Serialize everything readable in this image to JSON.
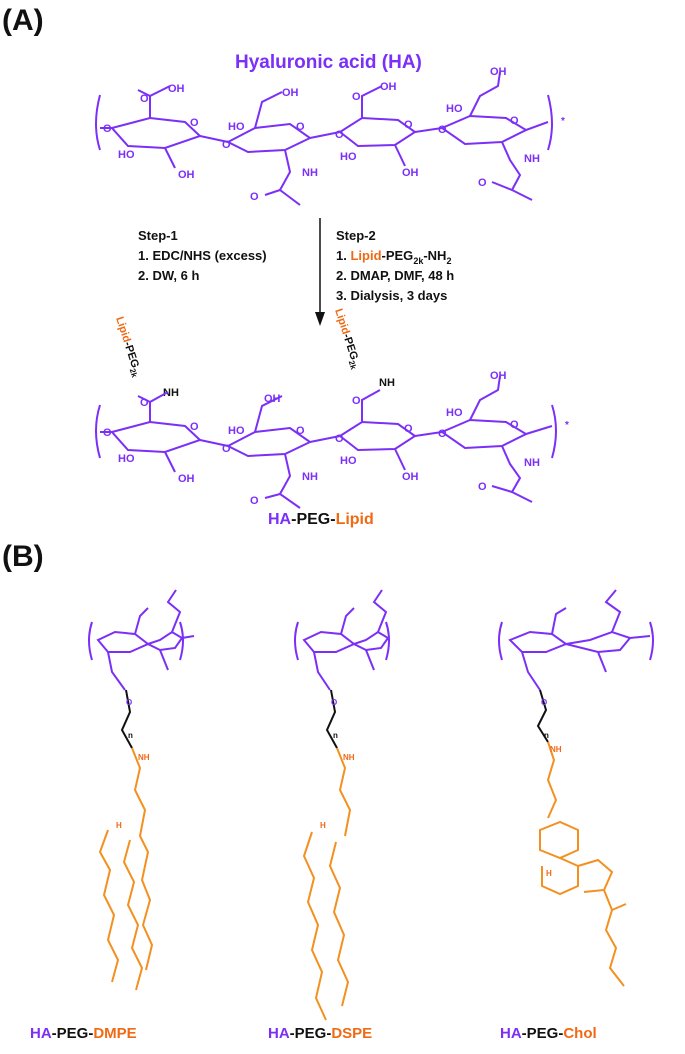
{
  "colors": {
    "ha": "#7b2ff7",
    "lipid": "#f06a14",
    "lipid_chain": "#f39020",
    "peg": "#111111"
  },
  "panel_a": {
    "label": "(A)",
    "title": "Hyaluronic acid (HA)",
    "step1": {
      "title": "Step-1",
      "line1": "1. EDC/NHS (excess)",
      "line2": "2. DW, 6 h"
    },
    "step2": {
      "title": "Step-2",
      "line1_lipid": "Lipid",
      "line1_peg": "-PEG",
      "line1_sub": "2k",
      "line1_tail": "-NH",
      "line1_sub2": "2",
      "line2": "2. DMAP, DMF, 48 h",
      "line3": "3. Dialysis, 3 days",
      "line1_prefix": "1. "
    },
    "pendant_lipid": "Lipid",
    "pendant_peg": "-PEG",
    "pendant_sub": "2k",
    "pendant_nh": "NH",
    "product_ha": "HA",
    "product_peg": "-PEG-",
    "product_lipid": "Lipid"
  },
  "atoms": {
    "oh": "OH",
    "ho": "HO",
    "o": "O",
    "nh": "NH",
    "h": "H",
    "n": "n",
    "star": "*"
  },
  "panel_b": {
    "label": "(B)",
    "conjugates": [
      {
        "ha": "HA",
        "peg": "-PEG-",
        "lipid": "DMPE"
      },
      {
        "ha": "HA",
        "peg": "-PEG-",
        "lipid": "DSPE"
      },
      {
        "ha": "HA",
        "peg": "-PEG-",
        "lipid": "Chol"
      }
    ]
  }
}
